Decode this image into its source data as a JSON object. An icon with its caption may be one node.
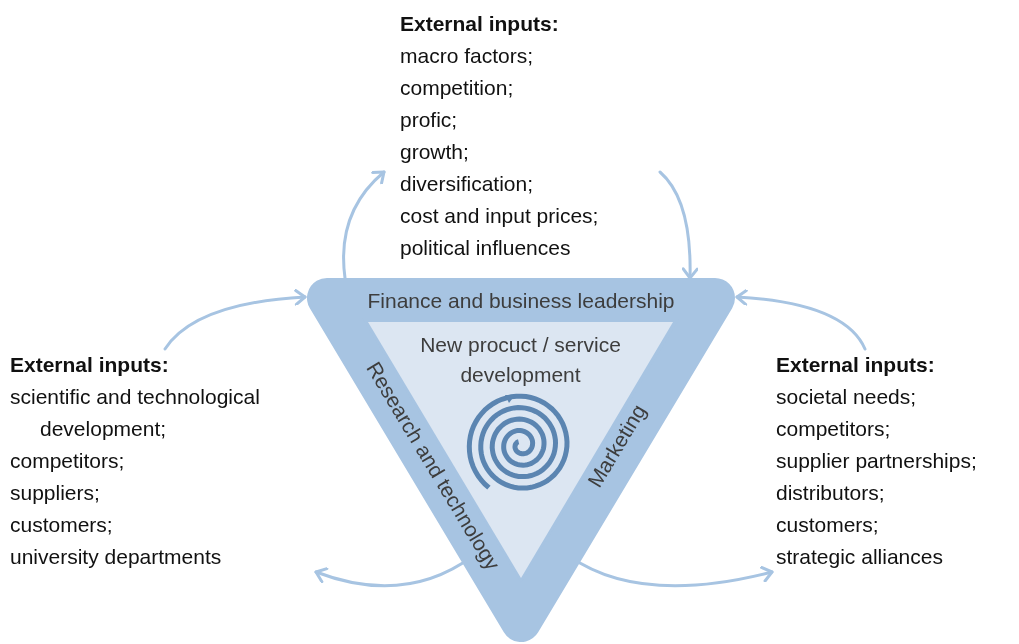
{
  "diagram": {
    "nodes": [
      {
        "text": [
          "External inputs:",
          "macro factors; competition; profic; growth; diversification; cost and input prices; political influences"
        ]
      },
      {
        "text": [
          "Finance and business leadership",
          "Research and technology",
          "Marketing"
        ]
      },
      {
        "text": [
          "New procuct / service development"
        ],
        "in": 1
      },
      {
        "text": [
          "External inputs:",
          "scientific and technological development; competitors; suppliers; customers; university departments"
        ]
      },
      {
        "text": [
          "External inputs:",
          "societal needs; competitors; supplier partnerships; distributors; customers; strategic alliances"
        ]
      }
    ],
    "edges": [
      {
        "from": 1,
        "to": 0,
        "arrow": "to"
      },
      {
        "from": 0,
        "to": 1,
        "arrow": "to"
      },
      {
        "from": 3,
        "to": 1,
        "arrow": "to"
      },
      {
        "from": 1,
        "to": 3,
        "arrow": "to"
      },
      {
        "from": 4,
        "to": 1,
        "arrow": "to"
      },
      {
        "from": 1,
        "to": 4,
        "arrow": "to"
      }
    ]
  }
}
